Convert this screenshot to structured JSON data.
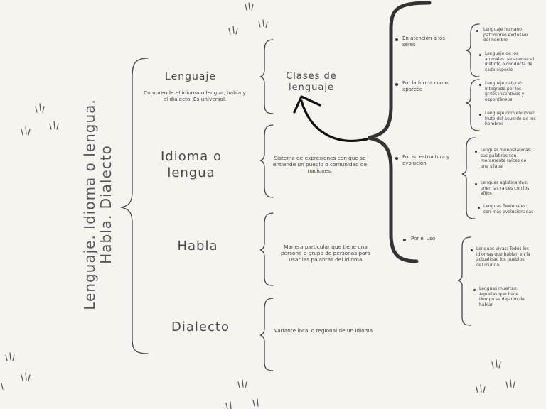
{
  "title": "Lenguaje. Idioma o lengua. Habla. Dialecto",
  "sections": [
    {
      "heading": "Lenguaje",
      "description": "Comprende el idioma o lengua, habla y el dialecto. Es universal."
    },
    {
      "heading": "Idioma o lengua",
      "description": "Sistema de expresiones con que se entiende un pueblo o comunidad de naciones."
    },
    {
      "heading": "Habla",
      "description": "Manera particular que tiene una persona o grupo de personas para usar las palabras del idioma"
    },
    {
      "heading": "Dialecto",
      "description": "Variante local o regional de un idioma"
    }
  ],
  "clases": {
    "label": "Clases de lenguaje",
    "groups": [
      {
        "label": "En atención a los seres",
        "items": [
          "Lenguaje humano patrimonio exclusivo del hombre",
          "Lenguaje de los animales: se adecua al instinto o conducta de cada especie"
        ]
      },
      {
        "label": "Por la forma como aparece",
        "items": [
          "Lenguaje natural: integrado por los gritos instintivos y espontáneos",
          "Lenguaje convencional: fruto del acuerdo de los hombres"
        ]
      },
      {
        "label": "Por su estructura y evolución",
        "items": [
          "Lenguas monosilábicas: sus palabras son meramente raíces de una sílaba",
          "Lenguas aglutinantes: unen las raíces con los afijos",
          "Lenguas flexionales: son más evolucionadas"
        ]
      },
      {
        "label": "Por el uso",
        "items": [
          "Lenguas vivas: Todos los idiomas que hablan en la actualidad los pueblos del mundo",
          "Lenguas muertas: Aquellas que hace tiempo se dejaron de hablar"
        ]
      }
    ]
  },
  "colors": {
    "background": "#f6f4ef",
    "ink": "#3a3a3a",
    "thick_brace": "#333333"
  }
}
